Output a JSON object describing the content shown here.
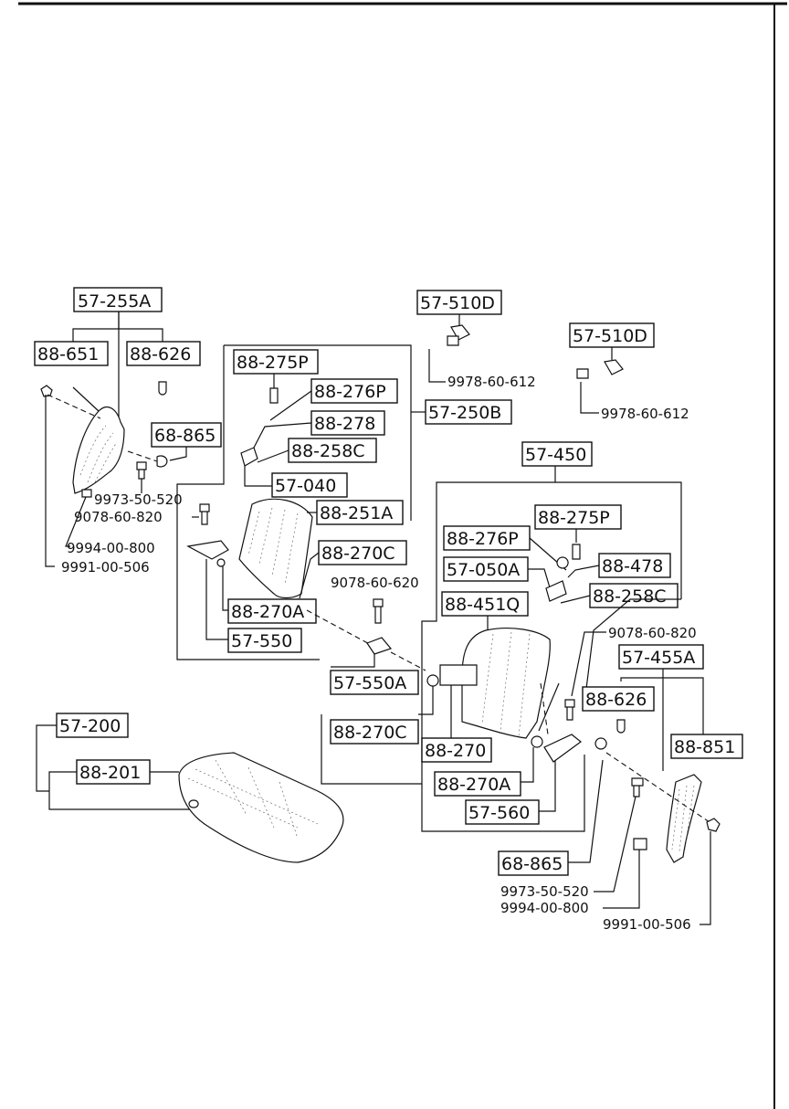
{
  "labels": {
    "p57_255A": "57-255A",
    "p88_651": "88-651",
    "p88_626_l": "88-626",
    "p68_865_l": "68-865",
    "n9973_l": "9973-50-520",
    "n9078_l": "9078-60-820",
    "n9994_l": "9994-00-800",
    "n9991_l": "9991-00-506",
    "p88_275P_l": "88-275P",
    "p88_276P_l": "88-276P",
    "p88_278": "88-278",
    "p88_258C_l": "88-258C",
    "p57_040": "57-040",
    "p57_250B": "57-250B",
    "p88_251A": "88-251A",
    "p88_270C_l": "88-270C",
    "n9078_620": "9078-60-620",
    "p88_270A_l": "88-270A",
    "p57_550": "57-550",
    "p57_550A": "57-550A",
    "p57_510D_a": "57-510D",
    "n9978_a": "9978-60-612",
    "p57_510D_b": "57-510D",
    "n9978_b": "9978-60-612",
    "p57_450": "57-450",
    "p88_275P_r": "88-275P",
    "p88_276P_r": "88-276P",
    "p88_478": "88-478",
    "p57_050A": "57-050A",
    "p88_258C_r": "88-258C",
    "p88_451Q": "88-451Q",
    "n9078_r": "9078-60-820",
    "p57_455A": "57-455A",
    "p88_626_r": "88-626",
    "p88_851": "88-851",
    "p88_270C_r": "88-270C",
    "p88_270": "88-270",
    "p88_270A_r": "88-270A",
    "p57_560": "57-560",
    "p68_865_r": "68-865",
    "n9973_r": "9973-50-520",
    "n9994_r": "9994-00-800",
    "n9991_r": "9991-00-506",
    "p57_200": "57-200",
    "p88_201": "88-201"
  }
}
